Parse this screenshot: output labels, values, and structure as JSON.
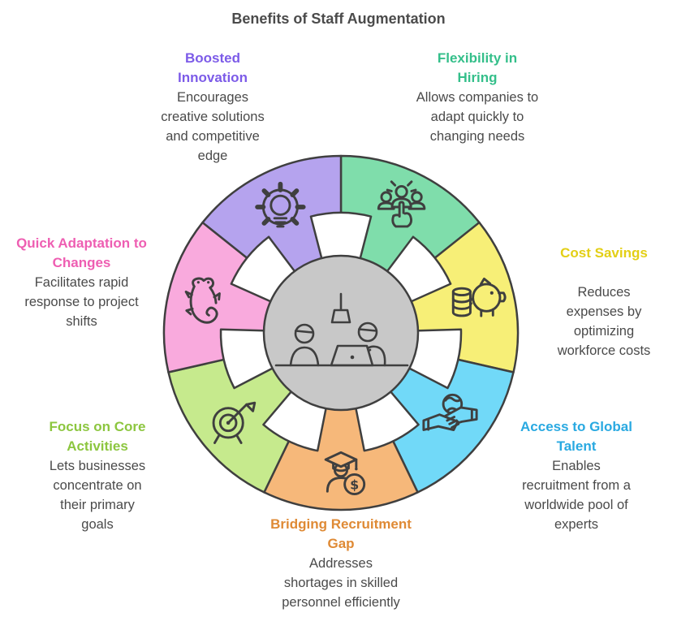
{
  "title": "Benefits of Staff Augmentation",
  "style": {
    "background": "#ffffff",
    "outline_color": "#3f3f3f",
    "center_circle_fill": "#c8c8c8",
    "notch_fill": "#ffffff",
    "title_color": "#4b4b4b",
    "description_color": "#4a4a4a"
  },
  "center": {
    "icon": "collaboration-desk-icon"
  },
  "segments": [
    {
      "id": "flexibility",
      "label": "Flexibility in Hiring",
      "description": "Allows companies to adapt quickly to changing needs",
      "fill": "#7fddab",
      "label_color": "#34bf8a",
      "icon": "team-selection-icon"
    },
    {
      "id": "cost",
      "label": "Cost Savings",
      "description": "Reduces expenses by optimizing workforce costs",
      "fill": "#f7ef77",
      "label_color": "#e3cf15",
      "icon": "piggy-bank-coins-icon"
    },
    {
      "id": "global",
      "label": "Access to Global Talent",
      "description": "Enables recruitment from a worldwide pool of experts",
      "fill": "#71d9f8",
      "label_color": "#29a9e1",
      "icon": "globe-handshake-icon"
    },
    {
      "id": "bridging",
      "label": "Bridging Recruitment Gap",
      "description": "Addresses shortages in skilled personnel efficiently",
      "fill": "#f6b87a",
      "label_color": "#df8a35",
      "icon": "graduate-dollar-icon"
    },
    {
      "id": "focus",
      "label": "Focus on Core Activities",
      "description": "Lets businesses concentrate on their primary goals",
      "fill": "#c6ea8d",
      "label_color": "#8cc63f",
      "icon": "target-arrow-icon"
    },
    {
      "id": "adaptation",
      "label": "Quick Adaptation to Changes",
      "description": "Facilitates rapid response to project shifts",
      "fill": "#f9aadd",
      "label_color": "#ee5eb2",
      "icon": "chameleon-icon"
    },
    {
      "id": "innovation",
      "label": "Boosted Innovation",
      "description": "Encourages creative solutions and competitive edge",
      "fill": "#b5a3ee",
      "label_color": "#7c5be8",
      "icon": "gear-lightbulb-icon"
    }
  ]
}
